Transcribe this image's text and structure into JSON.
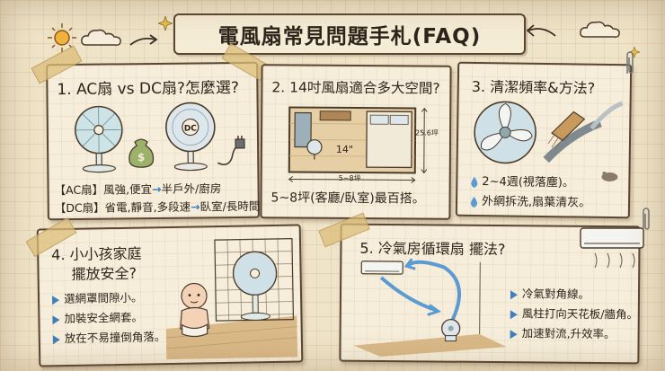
{
  "title": "電風扇常見問題手札(FAQ)",
  "card1": {
    "heading": "1. AC扇 vs DC扇?怎麼選?",
    "dc_icon_label": "DC",
    "money_symbol": "$",
    "line1_prefix": "【AC扇】風強,便宜",
    "line1_suffix": "半戶外/廚房",
    "line2_prefix": "【DC扇】省電,靜音,多段速",
    "line2_suffix": "臥室/長時間",
    "arrow": "→"
  },
  "card2": {
    "heading": "2. 14吋風扇適合多大空間?",
    "fan_size_label": "14\"",
    "width_label": "5~8坪",
    "height_label": "25.6坪",
    "answer": "5~8坪(客廳/臥室)最百搭。"
  },
  "card3": {
    "heading": "3. 清潔頻率&方法?",
    "freq": "2~4週(視落塵)。",
    "method": "外網拆洗,扇葉清灰。"
  },
  "card4": {
    "heading_line1": "4. 小小孩家庭",
    "heading_line2": "擺放安全?",
    "items": [
      "選網罩間隙小。",
      "加裝安全網套。",
      "放在不易撞倒角落。"
    ]
  },
  "card5": {
    "heading": "5. 冷氣房循環扇 擺法?",
    "items": [
      "冷氣對角線。",
      "風柱打向天花板/牆角。",
      "加速對流,升效率。"
    ]
  },
  "colors": {
    "accent_blue": "#3f7fbd",
    "ink": "#2e241b",
    "paper": "#f6eedb"
  }
}
